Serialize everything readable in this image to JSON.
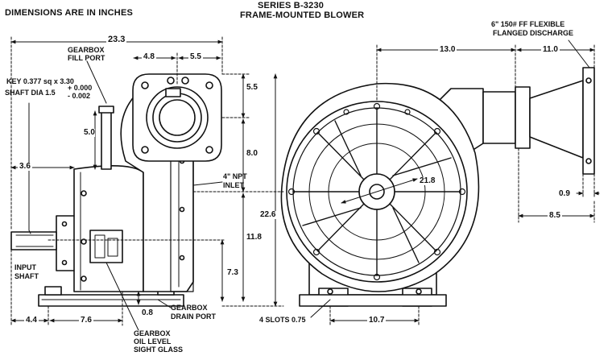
{
  "header": {
    "units_note": "DIMENSIONS ARE IN INCHES",
    "series": "SERIES B-3230",
    "model": "FRAME-MOUNTED BLOWER"
  },
  "labels": {
    "gearbox_fill_1": "GEARBOX",
    "gearbox_fill_2": "FILL PORT",
    "key": "KEY 0.377 sq x 3.30",
    "shaft_dia": "SHAFT DIA 1.5",
    "tol_plus": "+ 0.000",
    "tol_minus": "- 0.002",
    "inlet_1": "4\" NPT",
    "inlet_2": "INLET",
    "input_1": "INPUT",
    "input_2": "SHAFT",
    "drain_1": "GEARBOX",
    "drain_2": "DRAIN PORT",
    "glass_1": "GEARBOX",
    "glass_2": "OIL LEVEL",
    "glass_3": "SIGHT GLASS",
    "discharge_1": "6\" 150# FF FLEXIBLE",
    "discharge_2": "FLANGED DISCHARGE",
    "slots": "4 SLOTS 0.75"
  },
  "dimensions": {
    "overall_width": "23.3",
    "d_4_8": "4.8",
    "d_5_5_top": "5.5",
    "d_5_5_side": "5.5",
    "d_5_0": "5.0",
    "d_3_6": "3.6",
    "d_8_0": "8.0",
    "d_22_6": "22.6",
    "d_11_8": "11.8",
    "d_7_3": "7.3",
    "d_4_4": "4.4",
    "d_7_6": "7.6",
    "d_0_8": "0.8",
    "d_13_0": "13.0",
    "d_11_0": "11.0",
    "d_21_8": "21.8",
    "d_0_9": "0.9",
    "d_8_5": "8.5",
    "d_10_7": "10.7"
  }
}
